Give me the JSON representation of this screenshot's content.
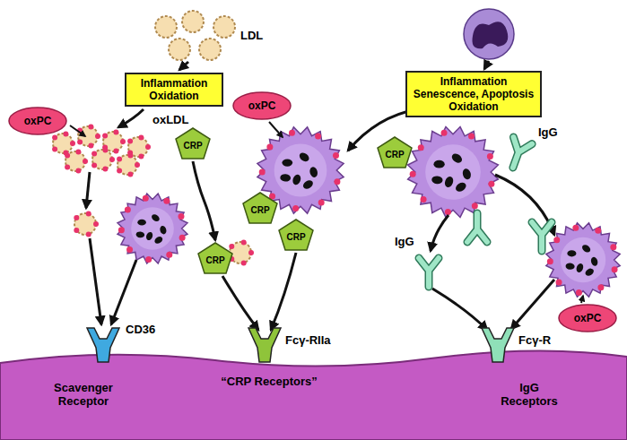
{
  "diagram": {
    "nodes": [
      {
        "text": [
          "Inflammation Oxidation"
        ]
      },
      {
        "text": [
          "Inflammation Senescence, Apoptosis Oxidation"
        ]
      },
      {
        "text": [
          "oxPC"
        ]
      },
      {
        "text": [
          "CRP"
        ]
      },
      {
        "text": [
          "oxPC"
        ]
      },
      {
        "text": [
          "CRP"
        ]
      },
      {
        "text": [
          "CRP"
        ]
      },
      {
        "text": [
          "CRP"
        ]
      },
      {
        "text": [
          "CRP"
        ]
      },
      {
        "text": [
          "oxPC"
        ]
      }
    ],
    "edges": [
      {
        "from": 3,
        "to": 6,
        "arrow": "to"
      }
    ],
    "labels": [
      "LDL",
      "oxLDL",
      "IgG",
      "IgG",
      "CD36",
      "Fcγ-RIIa",
      "Fcγ-R",
      "Scavenger Receptor",
      "“CRP Receptors”",
      "IgG Receptors"
    ]
  }
}
